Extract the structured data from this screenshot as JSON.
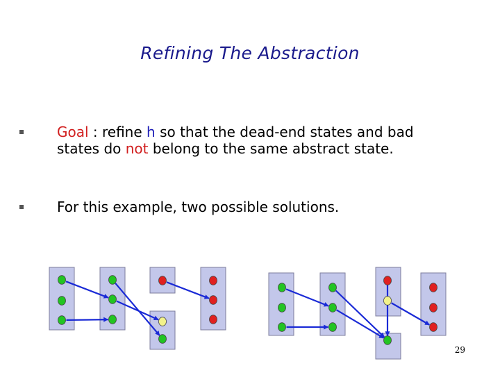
{
  "slide": {
    "title": "Refining The Abstraction",
    "page_number": "29"
  },
  "bullets": [
    {
      "keyword": "Goal",
      "text_a": " : refine ",
      "var": "h",
      "text_b": " so that the dead-end states and bad states do ",
      "emph": "not",
      "text_c": " belong to the same abstract state."
    },
    {
      "text": "For this example, two possible solutions."
    }
  ],
  "colors": {
    "box_fill": "#c3c7ea",
    "box_border": "#7d7d9c",
    "good_state": "#22c422",
    "dead_end_state": "#e02020",
    "bad_state": "#f2f28a",
    "arrow": "#1a2ad6"
  },
  "diagram": {
    "solutions": [
      {
        "boxes": [
          {
            "states": [
              "good",
              "good",
              "good"
            ]
          },
          {
            "states": [
              "good",
              "good",
              "good"
            ]
          },
          {
            "states": [
              "dead-end"
            ]
          },
          {
            "states": [
              "bad",
              "good"
            ]
          },
          {
            "states": [
              "dead-end",
              "dead-end",
              "dead-end"
            ]
          }
        ],
        "transitions": [
          {
            "from": [
              0,
              0
            ],
            "to": [
              1,
              1
            ]
          },
          {
            "from": [
              0,
              2
            ],
            "to": [
              1,
              2
            ]
          },
          {
            "from": [
              1,
              0
            ],
            "to": [
              3,
              1
            ]
          },
          {
            "from": [
              1,
              1
            ],
            "to": [
              3,
              0
            ]
          },
          {
            "from": [
              2,
              0
            ],
            "to": [
              4,
              1
            ]
          }
        ]
      },
      {
        "boxes": [
          {
            "states": [
              "good",
              "good",
              "good"
            ]
          },
          {
            "states": [
              "good",
              "good",
              "good"
            ]
          },
          {
            "states": [
              "good"
            ]
          },
          {
            "states": [
              "dead-end",
              "bad"
            ]
          },
          {
            "states": [
              "dead-end",
              "dead-end",
              "dead-end"
            ]
          }
        ],
        "transitions": [
          {
            "from": [
              0,
              0
            ],
            "to": [
              1,
              1
            ]
          },
          {
            "from": [
              0,
              2
            ],
            "to": [
              1,
              2
            ]
          },
          {
            "from": [
              1,
              0
            ],
            "to": [
              2,
              0
            ]
          },
          {
            "from": [
              1,
              1
            ],
            "to": [
              2,
              0
            ]
          },
          {
            "from": [
              3,
              0
            ],
            "to": [
              2,
              0
            ]
          },
          {
            "from": [
              3,
              1
            ],
            "to": [
              4,
              2
            ]
          }
        ]
      }
    ]
  }
}
